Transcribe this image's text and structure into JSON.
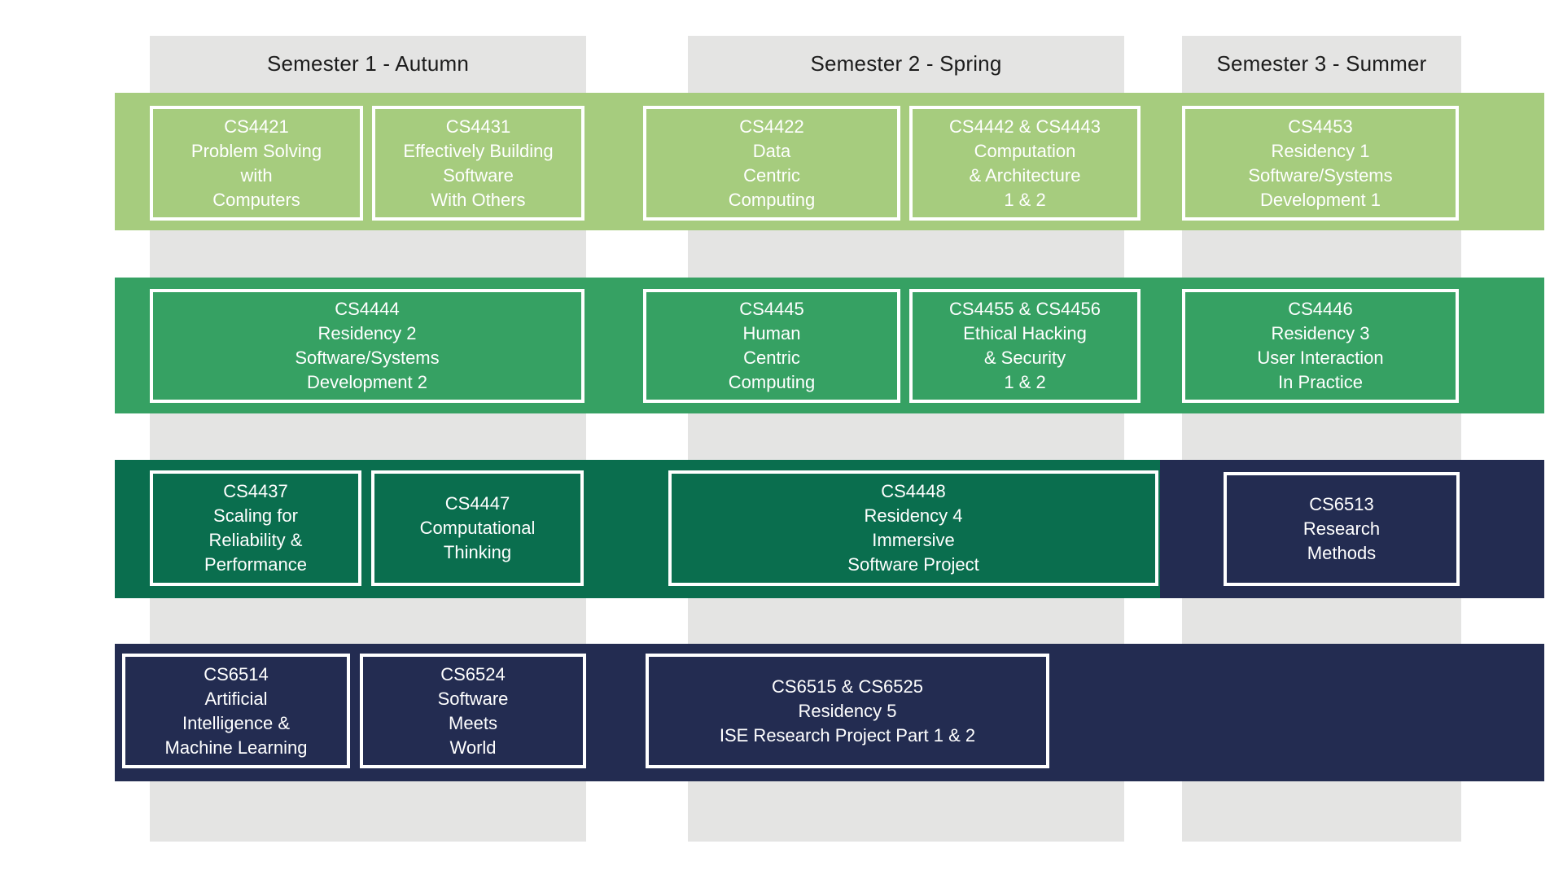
{
  "colors": {
    "year1_band": "#a6cc7e",
    "year2_band": "#36a163",
    "year3_band": "#0a6e4e",
    "year4_band": "#232c51",
    "column_bg": "#e4e4e3",
    "header_text": "#1c1c1c",
    "course_text": "#ffffff",
    "course_border": "#ffffff"
  },
  "headers": [
    "Semester 1 - Autumn",
    "Semester 2 - Spring",
    "Semester 3 - Summer"
  ],
  "years": [
    {
      "courses": [
        {
          "code": "CS4421",
          "lines": [
            "Problem Solving",
            "with",
            "Computers"
          ]
        },
        {
          "code": "CS4431",
          "lines": [
            "Effectively Building",
            "Software",
            "With Others"
          ]
        },
        {
          "code": "CS4422",
          "lines": [
            "Data",
            "Centric",
            "Computing"
          ]
        },
        {
          "code": "CS4442 & CS4443",
          "lines": [
            "Computation",
            "& Architecture",
            "1 & 2"
          ]
        },
        {
          "code": "CS4453",
          "lines": [
            "Residency 1",
            "Software/Systems",
            "Development 1"
          ]
        }
      ]
    },
    {
      "courses": [
        {
          "code": "CS4444",
          "lines": [
            "Residency 2",
            "Software/Systems",
            "Development 2"
          ]
        },
        {
          "code": "CS4445",
          "lines": [
            "Human",
            "Centric",
            "Computing"
          ]
        },
        {
          "code": "CS4455 & CS4456",
          "lines": [
            "Ethical Hacking",
            "& Security",
            "1 & 2"
          ]
        },
        {
          "code": "CS4446",
          "lines": [
            "Residency 3",
            "User Interaction",
            "In Practice"
          ]
        }
      ]
    },
    {
      "courses": [
        {
          "code": "CS4437",
          "lines": [
            "Scaling for",
            "Reliability &",
            "Performance"
          ]
        },
        {
          "code": "CS4447",
          "lines": [
            "Computational",
            "Thinking"
          ]
        },
        {
          "code": "CS4448",
          "lines": [
            "Residency 4",
            "Immersive",
            "Software Project"
          ]
        },
        {
          "code": "CS6513",
          "lines": [
            "Research",
            "Methods"
          ]
        }
      ]
    },
    {
      "courses": [
        {
          "code": "CS6514",
          "lines": [
            "Artificial",
            "Intelligence &",
            "Machine Learning"
          ]
        },
        {
          "code": "CS6524",
          "lines": [
            "Software",
            "Meets",
            "World"
          ]
        },
        {
          "code": "CS6515 & CS6525",
          "lines": [
            "Residency 5",
            "ISE Research Project Part 1 & 2"
          ]
        }
      ]
    }
  ]
}
